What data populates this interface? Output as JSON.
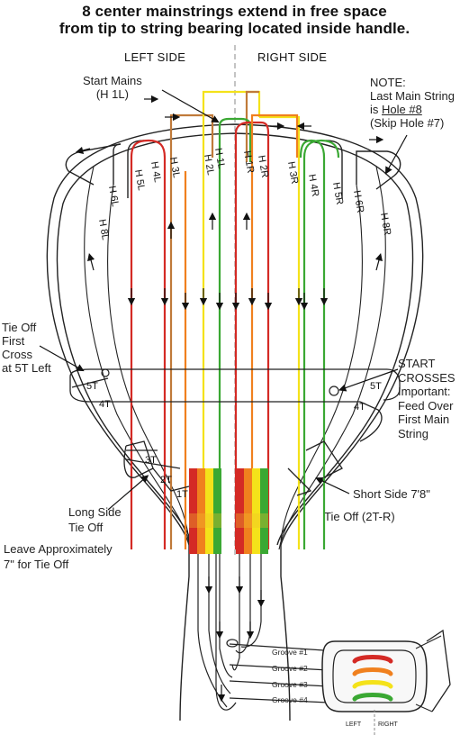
{
  "title": {
    "line1": "8 center mainstrings extend in free space",
    "line2": "from tip to string bearing located inside handle."
  },
  "sides": {
    "left": "LEFT SIDE",
    "right": "RIGHT SIDE"
  },
  "start_mains": {
    "line1": "Start Mains",
    "line2": "(H 1L)"
  },
  "note": {
    "line1": "NOTE:",
    "line2": "Last Main String",
    "line3_prefix": "is ",
    "line3_hole": "Hole #8",
    "line4": "(Skip Hole #7)"
  },
  "holes": {
    "h1l": "H 1L",
    "h2l": "H 2L",
    "h3l": "H 3L",
    "h4l": "H 4L",
    "h5l": "H 5L",
    "h6l": "H 6L",
    "h8l": "H 8L",
    "h1r": "H 1R",
    "h2r": "H 2R",
    "h3r": "H 3R",
    "h4r": "H 4R",
    "h5r": "H 5R",
    "h6r": "H 6R",
    "h8r": "H 8R"
  },
  "tie_off_first": {
    "line1": "Tie Off",
    "line2": "First",
    "line3": "Cross",
    "line4": "at 5T Left"
  },
  "start_crosses": {
    "line1": "START",
    "line2": "CROSSES",
    "line3": "Important:",
    "line4": "Feed Over",
    "line5": "First Main",
    "line6": "String"
  },
  "cross_labels": {
    "l5t": "5T",
    "l4t": "4T",
    "l3t": "3T",
    "l2t": "2T",
    "l1t": "1T",
    "r5t": "5T",
    "r4t": "4T"
  },
  "long_side": {
    "line1": "Long Side",
    "line2": "Tie Off"
  },
  "short_side": "Short Side 7'8\"",
  "tie_off_right": "Tie Off (2T-R)",
  "leave": {
    "line1": "Leave Approximately",
    "line2": "7\" for Tie Off"
  },
  "grooves": [
    "Groove #1",
    "Groove #2",
    "Groove #3",
    "Groove #4"
  ],
  "handle_sides": {
    "left": "LEFT",
    "right": "RIGHT"
  },
  "colors": {
    "red": "#d42a25",
    "orange": "#f0801e",
    "yellow": "#f4e21a",
    "green": "#3aa833",
    "brown": "#c07a3a",
    "outline": "#222222"
  }
}
